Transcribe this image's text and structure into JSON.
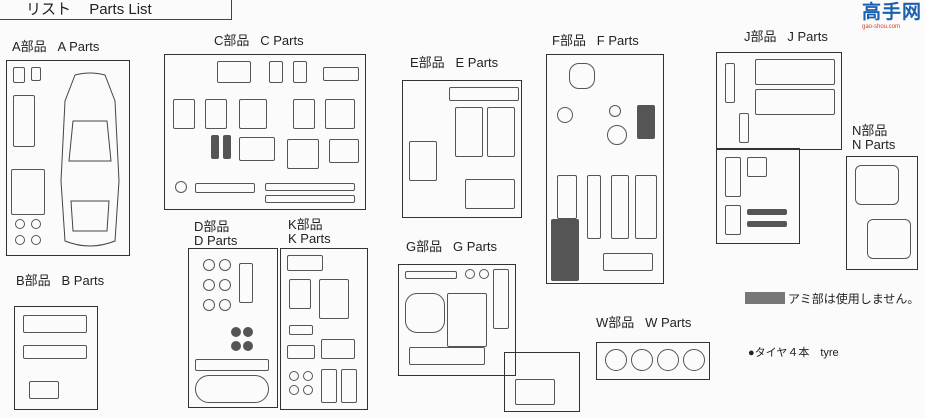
{
  "header": {
    "title_jp": "パーツリスト",
    "title_visible_jp": "リスト",
    "title_en": "Parts List"
  },
  "watermark": {
    "logo_text": "高手网",
    "logo_url_text": "gao-shou.com"
  },
  "groups": [
    {
      "id": "A",
      "jp": "A部品",
      "en": "A Parts"
    },
    {
      "id": "B",
      "jp": "B部品",
      "en": "B Parts"
    },
    {
      "id": "C",
      "jp": "C部品",
      "en": "C Parts"
    },
    {
      "id": "D",
      "jp": "D部品",
      "en": "D Parts"
    },
    {
      "id": "K",
      "jp": "K部品",
      "en": "K Parts"
    },
    {
      "id": "E",
      "jp": "E部品",
      "en": "E Parts"
    },
    {
      "id": "G",
      "jp": "G部品",
      "en": "G Parts"
    },
    {
      "id": "F",
      "jp": "F部品",
      "en": "F Parts"
    },
    {
      "id": "J",
      "jp": "J部品",
      "en": "J Parts"
    },
    {
      "id": "N",
      "jp": "N部品",
      "en": "N Parts"
    },
    {
      "id": "W",
      "jp": "W部品",
      "en": "W Parts"
    }
  ],
  "legend": {
    "unused_note": "アミ部は使用しません。",
    "tyre_note": "●タイヤ４本　tyre"
  }
}
